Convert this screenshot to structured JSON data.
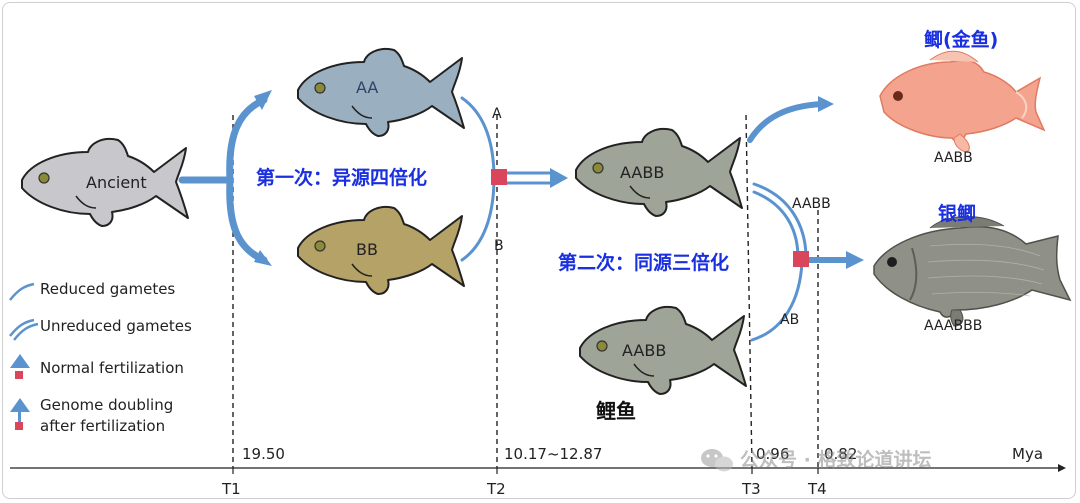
{
  "fish": {
    "ancient": "Ancient",
    "aa": "AA",
    "bb": "BB",
    "aabb_top": "AABB",
    "aabb_bottom": "AABB"
  },
  "events": {
    "first": "第一次：异源四倍化",
    "second": "第二次：同源三倍化"
  },
  "gamete_labels": {
    "a": "A",
    "b": "B",
    "aabb": "AABB",
    "ab": "AB"
  },
  "species": {
    "carp_cn": "鲤鱼",
    "goldfish_cn": "鲫(金鱼)",
    "goldfish_genome": "AABB",
    "silver_cn": "银鲫",
    "silver_genome": "AAABBB"
  },
  "legend": {
    "reduced": "Reduced gametes",
    "unreduced": "Unreduced gametes",
    "normal": "Normal fertilization",
    "doubling_line1": "Genome doubling",
    "doubling_line2": "after fertilization"
  },
  "timeline": {
    "t1": "T1",
    "t2": "T2",
    "t3": "T3",
    "t4": "T4",
    "t1_value": "19.50",
    "t2_value": "10.17~12.87",
    "t3_value": "0.96",
    "t4_value": "0.82",
    "unit": "Mya"
  },
  "watermark": "公众号 · 格致论道讲坛",
  "colors": {
    "arrow_blue": "#5b93cf",
    "event_blue": "#1a2fe0",
    "marker_red": "#d9455a",
    "fish_ancient": "#c8c8cc",
    "fish_aa": "#9aafbf",
    "fish_bb": "#b5a267",
    "fish_aabb": "#9ea497"
  }
}
